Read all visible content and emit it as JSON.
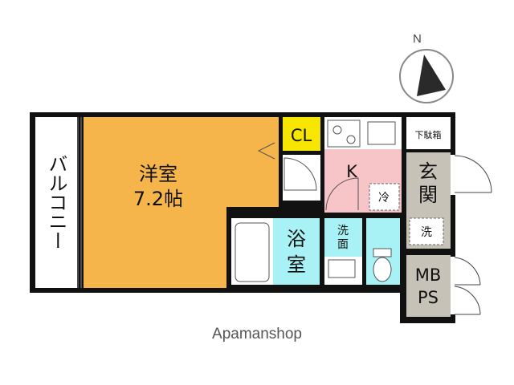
{
  "compass": {
    "north_label": "N"
  },
  "rooms": {
    "western_room": {
      "name": "洋室",
      "size": "7.2帖",
      "color": "#f5b54a"
    },
    "closet": {
      "name": "CL",
      "color": "#f7e600"
    },
    "kitchen": {
      "name": "K",
      "color": "#f7c4c8",
      "fridge_label": "冷"
    },
    "entrance": {
      "name_line1": "玄",
      "name_line2": "関",
      "color": "#c7c2b8",
      "washer_label": "洗"
    },
    "shoe_box": {
      "name": "下駄箱"
    },
    "balcony": {
      "name": "バルコニー"
    },
    "bath": {
      "name_line1": "浴",
      "name_line2": "室",
      "color": "#a8f2f6"
    },
    "washroom": {
      "name_line1": "洗",
      "name_line2": "面",
      "color": "#a8f2f6"
    },
    "toilet": {
      "color": "#a8f2f6"
    },
    "mbps": {
      "name_line1": "MB",
      "name_line2": "PS",
      "color": "#c7c2b8"
    }
  },
  "watermark": "Apamanshop"
}
